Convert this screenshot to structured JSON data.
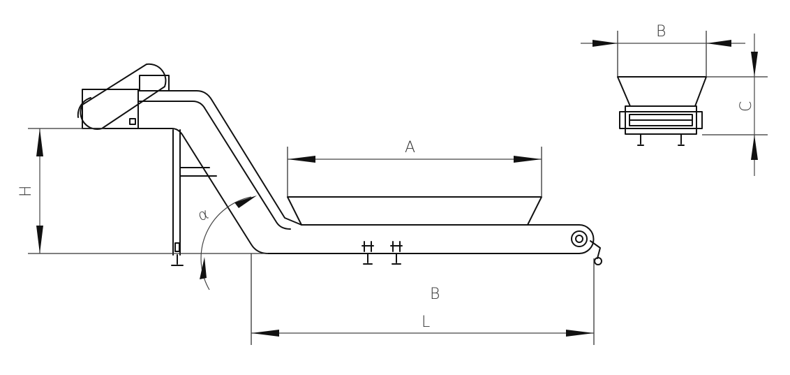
{
  "labels": {
    "length_A": "A",
    "width_B_side": "B",
    "width_B_end": "B",
    "height_C": "C",
    "height_H": "H",
    "length_L": "L",
    "angle_alpha": "α"
  }
}
